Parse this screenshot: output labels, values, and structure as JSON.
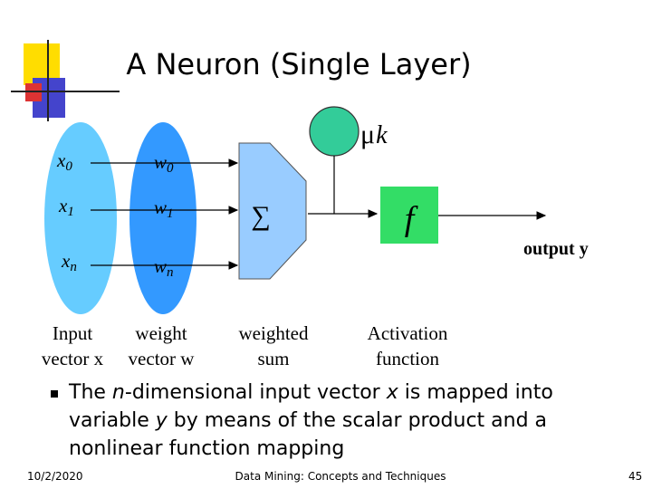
{
  "title": "A  Neuron (Single Layer)",
  "inputs": [
    {
      "var": "x",
      "sub": "0"
    },
    {
      "var": "x",
      "sub": "1"
    },
    {
      "var": "x",
      "sub": "n"
    }
  ],
  "weights": [
    {
      "var": "w",
      "sub": "0"
    },
    {
      "var": "w",
      "sub": "1"
    },
    {
      "var": "w",
      "sub": "n"
    }
  ],
  "sum_symbol": "∑",
  "bias": {
    "symbol": "μ",
    "sub": "k"
  },
  "activation_symbol": "f",
  "output_label": "output y",
  "captions": {
    "input_line1": "Input",
    "input_line2": "vector x",
    "weight_line1": "weight",
    "weight_line2": "vector w",
    "sum_line1": "weighted",
    "sum_line2": "sum",
    "activation_line1": "Activation",
    "activation_line2": "function"
  },
  "bullet": {
    "t1": "The ",
    "n": "n",
    "t2": "-dimensional input vector ",
    "x": "x",
    "t3": " is mapped into variable ",
    "y": "y",
    "t4": " by means of the scalar product and a nonlinear function mapping"
  },
  "footer": {
    "date": "10/2/2020",
    "center": "Data Mining: Concepts and Techniques",
    "page": "45"
  },
  "colors": {
    "input_ellipse": "#66ccff",
    "weight_ellipse": "#3399ff",
    "sum_shape": "#99ccff",
    "bias_circle": "#33cc99",
    "activation_box": "#33dd66",
    "deco_yellow": "#ffdd00",
    "deco_blue": "#3333cc",
    "deco_red": "#dd3333"
  }
}
